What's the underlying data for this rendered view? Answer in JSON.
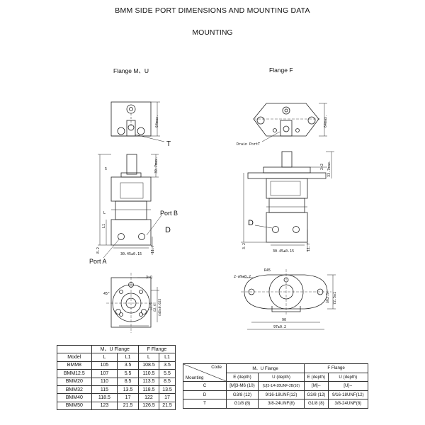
{
  "page": {
    "title": "BMM SIDE PORT DIMENSIONS AND MOUNTING DATA",
    "subtitle": "MOUNTING"
  },
  "flange_mu": {
    "label": "Flange M、U",
    "callouts": {
      "t": "T",
      "port_b": "Port B",
      "d": "D",
      "port_a": "Port A"
    },
    "dims": {
      "depth": "64max.",
      "shaft": "39.7max.",
      "ports": "30.45±0.15",
      "pos1": "11.7",
      "pos2": "8.2",
      "bcd": "3×Q",
      "angle": "45°",
      "hole1": "ö1.5",
      "hole2": "ö2.6",
      "pcd": "ö46±0.025",
      "l": "L",
      "l1": "L1",
      "s5": "5"
    }
  },
  "flange_f": {
    "label": "Flange F",
    "callouts": {
      "drain": "Drain PortT",
      "d": "D"
    },
    "dims": {
      "depth": "64max.",
      "shaft": "33.7max.",
      "d2": "2×2",
      "ports": "30.45±0.15",
      "pos1": "11.7",
      "pos2": "3.2",
      "hole": "2-ø9±0.2",
      "r": "R45",
      "w1": "ô62.5",
      "w2": "72.5±1",
      "span1": "90",
      "span2": "97±0.2"
    }
  },
  "table1": {
    "group_headers": [
      "M、U Flange",
      "F Flange"
    ],
    "columns": [
      "Model",
      "L",
      "L1",
      "L",
      "L1"
    ],
    "rows": [
      [
        "BMM8",
        "105",
        "3.5",
        "108.5",
        "3.5"
      ],
      [
        "BMM12.5",
        "107",
        "5.5",
        "110.5",
        "5.5"
      ],
      [
        "BMM20",
        "110",
        "8.5",
        "113.5",
        "8.5"
      ],
      [
        "BMM32",
        "115",
        "13.5",
        "118.5",
        "13.5"
      ],
      [
        "BMM40",
        "118.5",
        "17",
        "122",
        "17"
      ],
      [
        "BMM50",
        "123",
        "21.5",
        "126.5",
        "21.5"
      ]
    ]
  },
  "table2": {
    "corner_top": "Code",
    "corner_bottom": "Mounting",
    "group_headers": [
      "M、U Flange",
      "F Flange"
    ],
    "columns": [
      "E (depth)",
      "U (depth)",
      "E (depth)",
      "U (depth)"
    ],
    "rows": [
      [
        "C",
        "[M]3-M6  (10)",
        "[U]3-1/4-28UNF-2B(10)",
        "[M]--",
        "[U]--"
      ],
      [
        "D",
        "G3/8   (12)",
        "9/16-18UNF(12)",
        "G3/8   (12)",
        "9/16-18UNF(12)"
      ],
      [
        "T",
        "G1/8   (8)",
        "3/8-24UNF(8)",
        "G1/8   (8)",
        "3/8-24UNF(8)"
      ]
    ]
  }
}
